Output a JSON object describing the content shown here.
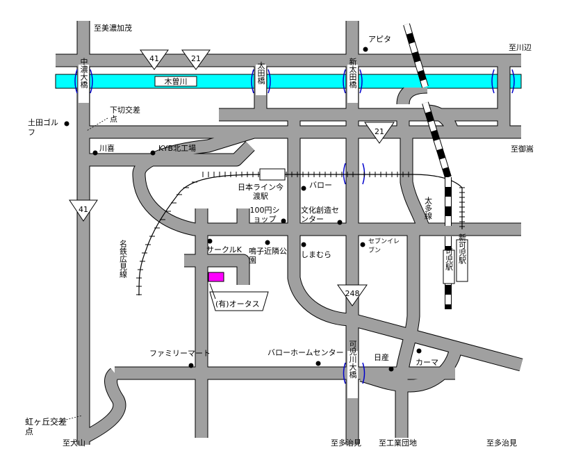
{
  "colors": {
    "road": "#a0a0a0",
    "road_outline": "#000000",
    "river": "#00ffff",
    "bridge_bracket": "#0000cc",
    "office_marker": "#ff00ff",
    "rail_dark": "#000000",
    "rail_light": "#ffffff"
  },
  "directions": {
    "mino_kamo": "至美濃加茂",
    "kawabe": "至川辺",
    "mitake": "至御嵩",
    "inuyama": "至犬山",
    "tajimi_1": "至多治見",
    "kogyo_danchi": "至工業団地",
    "tajimi_2": "至多治見"
  },
  "route_shields": {
    "r41_top": "41",
    "r21_top": "21",
    "r21_mid": "21",
    "r41_left": "41",
    "r248": "248"
  },
  "river": {
    "name": "木曽川"
  },
  "bridges": {
    "chuno": "中濃大橋",
    "ota": "太田橋",
    "shin_ota": "新太田橋",
    "kani_river": "可児川大橋"
  },
  "railways": {
    "meitetsu": "名鉄広見線",
    "taita": "太多線"
  },
  "stations": {
    "nihon_line": "日本ライン今渡駅",
    "shin_kani": "新可児駅",
    "kani": "可児駅"
  },
  "intersections": {
    "shimokiri": "下切交差点",
    "nijigaoka": "虹ヶ丘交差点"
  },
  "landmarks": {
    "apita": "アピタ",
    "tsuchida_golf": "土田ゴルフ",
    "kawaki": "川喜",
    "kyb": "KYB北工場",
    "barrow_1": "バロー",
    "shop_100": "100円ショップ",
    "culture_center": "文化創造センター",
    "circle_k": "サークルK",
    "naruko_park": "鳴子近隣公園",
    "shimamura": "しまむら",
    "seven_eleven": "セブンイレブン",
    "otasu": "(有)オータス",
    "family_mart": "ファミリーマート",
    "barrow_home": "バローホームセンター",
    "nissan": "日産",
    "carmart": "カーマ"
  }
}
